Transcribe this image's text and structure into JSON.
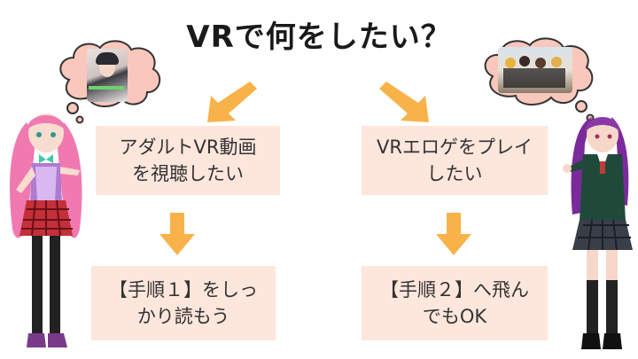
{
  "title": "VRで何をしたい？",
  "left": {
    "box_top": [
      "アダルトVR動画",
      "を視聴したい"
    ],
    "box_bottom": [
      "【手順１】をしっ",
      "かり読もう"
    ]
  },
  "right": {
    "box_top": [
      "VRエロゲをプレイ",
      "したい"
    ],
    "box_bottom": [
      "【手順２】へ飛ん",
      "でもOK"
    ]
  },
  "colors": {
    "box_bg": "#fde6dc",
    "arrow": "#f8b24a",
    "cloud": "#f9c7bb",
    "cloud_outline": "#333333"
  },
  "icons": [
    "arrow-down-left-icon",
    "arrow-down-right-icon",
    "arrow-down-icon",
    "thought-cloud-icon"
  ]
}
